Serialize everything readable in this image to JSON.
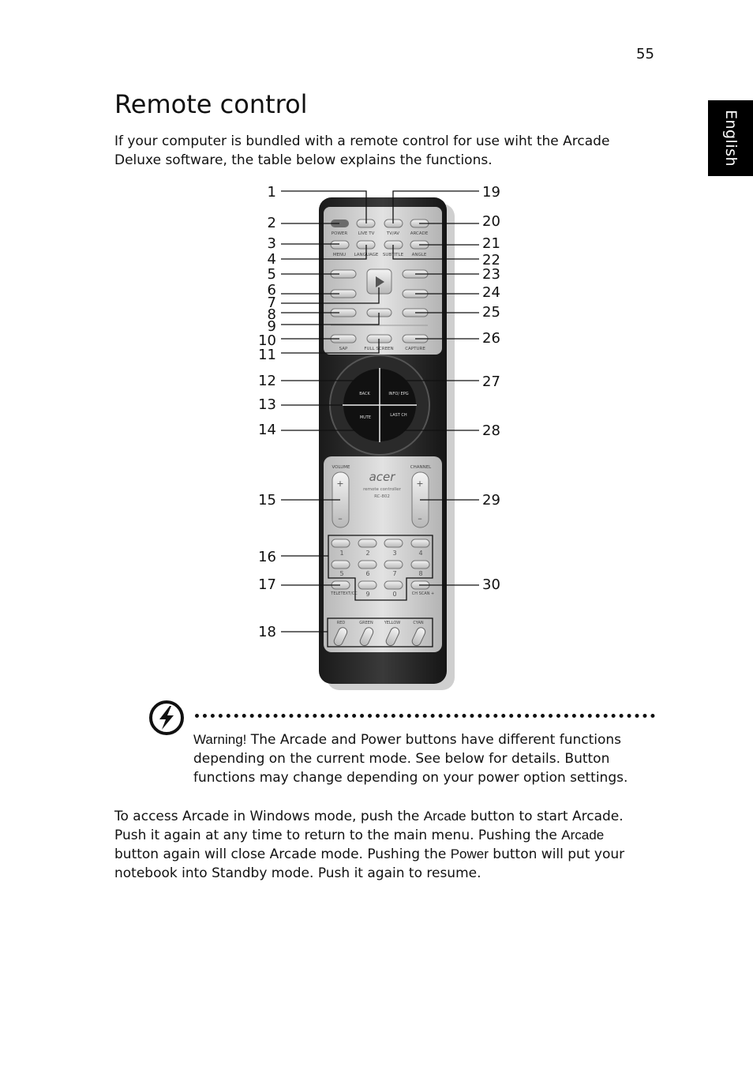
{
  "page_number": "55",
  "language_tab": "English",
  "title": "Remote control",
  "intro": "If your computer is bundled with a remote control for use wiht the Arcade Deluxe software, the table below explains the functions.",
  "remote": {
    "button_labels": {
      "power": "POWER",
      "live_tv": "LIVE TV",
      "tv_av": "TV/AV",
      "arcade": "ARCADE",
      "menu": "MENU",
      "language": "LANGUAGE",
      "subtitle": "SUBTITLE",
      "angle": "ANGLE",
      "sap": "SAP",
      "full_screen": "FULL SCREEN",
      "capture": "CAPTURE",
      "back": "BACK",
      "info_epg": "INFO/ EPG",
      "mute": "MUTE",
      "last_ch": "LAST CH",
      "volume": "VOLUME",
      "channel": "CHANNEL",
      "brand": "acer",
      "model_line1": "remote controller",
      "model_line2": "RC-802",
      "teletext": "TELETEXT/CC",
      "ch_scan": "CH SCAN +",
      "red": "RED",
      "green": "GREEN",
      "yellow": "YELLOW",
      "cyan": "CYAN"
    },
    "digits": [
      "1",
      "2",
      "3",
      "4",
      "5",
      "6",
      "7",
      "8",
      "9",
      "0"
    ]
  },
  "callouts_left": [
    "1",
    "2",
    "3",
    "4",
    "5",
    "6",
    "7",
    "8",
    "9",
    "10",
    "11",
    "12",
    "13",
    "14",
    "15",
    "16",
    "17",
    "18"
  ],
  "callouts_right": [
    "19",
    "20",
    "21",
    "22",
    "23",
    "24",
    "25",
    "26",
    "27",
    "28",
    "29",
    "30"
  ],
  "warning": {
    "icon": "lightning-warning-icon",
    "label": "Warning!",
    "text": " The Arcade and Power buttons have different functions depending on the current mode. See below for details. Button functions may change depending on your power option settings."
  },
  "body": {
    "p1": "To access Arcade in Windows mode, push the ",
    "k1": "Arcade",
    "p2": " button to start Arcade. Push it again at any time to return to the main menu. Pushing the ",
    "k2": "Arcade",
    "p3": " button again will close Arcade mode. Pushing the ",
    "k3": "Power",
    "p4": " button will put your notebook into Standby mode. Push it again to resume."
  }
}
